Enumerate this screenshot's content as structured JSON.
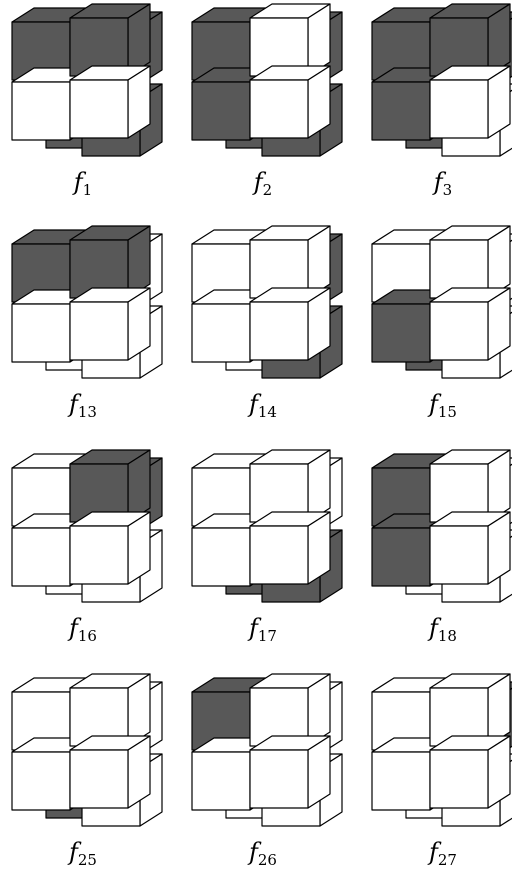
{
  "colors": {
    "shaded": "#585858",
    "blank": "#ffffff",
    "stroke": "#000000"
  },
  "figures": [
    {
      "label_base": "f",
      "label_sub": "1",
      "shaded": [
        "TL",
        "TR",
        "TR_back",
        "BR_back",
        "bottom_center"
      ]
    },
    {
      "label_base": "f",
      "label_sub": "2",
      "shaded": [
        "TL",
        "TR_back",
        "BL",
        "BR_back",
        "bottom_center"
      ]
    },
    {
      "label_base": "f",
      "label_sub": "3",
      "shaded": [
        "TL",
        "TR",
        "TR_back",
        "BL",
        "bottom_center"
      ]
    },
    {
      "label_base": "f",
      "label_sub": "13",
      "shaded": [
        "TL",
        "TR"
      ]
    },
    {
      "label_base": "f",
      "label_sub": "14",
      "shaded": [
        "TR_back",
        "BR_back"
      ]
    },
    {
      "label_base": "f",
      "label_sub": "15",
      "shaded": [
        "BL",
        "bottom_center"
      ]
    },
    {
      "label_base": "f",
      "label_sub": "16",
      "shaded": [
        "TR",
        "TR_back"
      ]
    },
    {
      "label_base": "f",
      "label_sub": "17",
      "shaded": [
        "BR_back",
        "bottom_center"
      ]
    },
    {
      "label_base": "f",
      "label_sub": "18",
      "shaded": [
        "TL",
        "BL"
      ]
    },
    {
      "label_base": "f",
      "label_sub": "25",
      "shaded": [
        "middle_center",
        "bottom_center"
      ]
    },
    {
      "label_base": "f",
      "label_sub": "26",
      "shaded": [
        "TL",
        "middle_center"
      ]
    },
    {
      "label_base": "f",
      "label_sub": "27",
      "shaded": [
        "TR_back",
        "middle_center"
      ]
    }
  ]
}
